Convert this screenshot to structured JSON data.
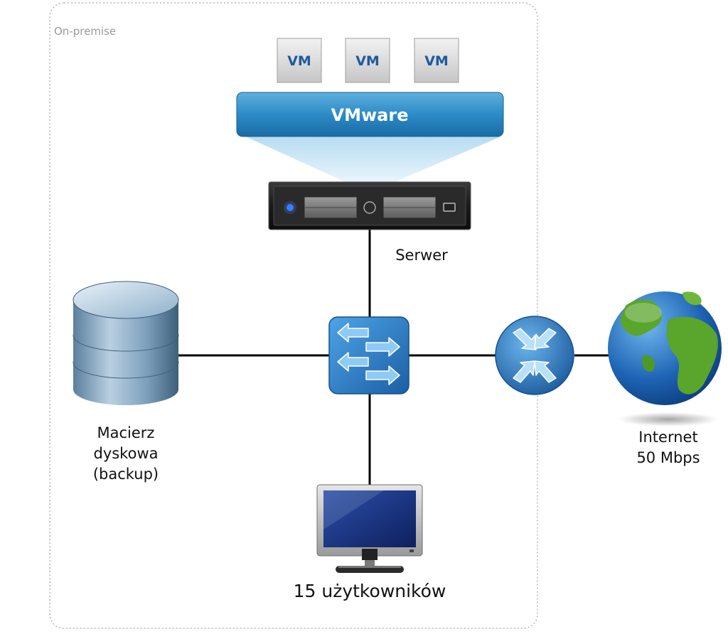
{
  "zone": {
    "label": "On-premise"
  },
  "vms": [
    "VM",
    "VM",
    "VM"
  ],
  "hypervisor": {
    "label": "VMware"
  },
  "server": {
    "label": "Serwer"
  },
  "storage": {
    "line1": "Macierz",
    "line2": "dyskowa",
    "line3": "(backup)"
  },
  "users": {
    "label": "15 użytkowników"
  },
  "internet": {
    "line1": "Internet",
    "line2": "50 Mbps"
  },
  "colors": {
    "zone_border": "#b5b5b5",
    "hypervisor_blue": "#1f6ea6",
    "vm_text": "#1e5aa0",
    "link": "#000000",
    "switch_blue": "#2a74c0",
    "globe_ocean": "#1d63b3",
    "globe_land": "#5aa52b"
  }
}
